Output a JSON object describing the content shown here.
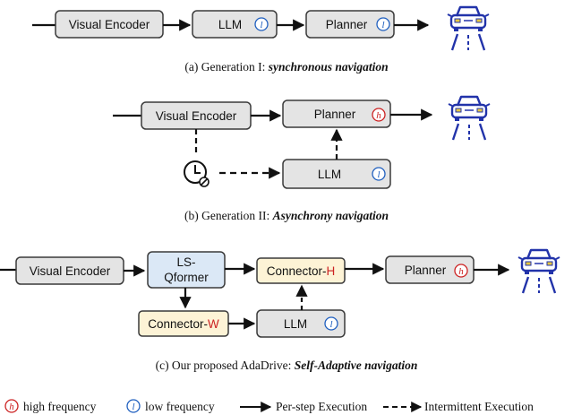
{
  "colors": {
    "box_fill": "#e4e4e4",
    "box_stroke": "#3a3a3a",
    "qformer_fill": "#dbe8f6",
    "connector_fill": "#fdf3d6",
    "high_freq": "#cc2222",
    "low_freq": "#1f5fbf",
    "car": "#2233aa"
  },
  "icons": {
    "car": "car-road-icon",
    "clock": "clock-off-icon",
    "high": "h-circle-icon",
    "low": "l-circle-icon"
  },
  "badges": {
    "high": "h",
    "low": "l"
  },
  "gen1": {
    "visual_encoder": "Visual Encoder",
    "llm": "LLM",
    "planner": "Planner",
    "caption_prefix": "(a) Generation I: ",
    "caption_emphasis": "synchronous navigation"
  },
  "gen2": {
    "visual_encoder": "Visual Encoder",
    "planner": "Planner",
    "llm": "LLM",
    "caption_prefix": "(b) Generation II: ",
    "caption_emphasis": "Asynchrony navigation"
  },
  "gen3": {
    "visual_encoder": "Visual Encoder",
    "qformer_line1": "LS-",
    "qformer_line2": "Qformer",
    "connector_h_base": "Connector-",
    "connector_h_suffix": "H",
    "connector_w_base": "Connector-",
    "connector_w_suffix": "W",
    "llm": "LLM",
    "planner": "Planner",
    "caption_prefix": "(c) Our proposed AdaDrive: ",
    "caption_emphasis": "Self-Adaptive navigation"
  },
  "legend": {
    "high": "high frequency",
    "low": "low frequency",
    "per_step": "Per-step Execution",
    "intermittent": "Intermittent Execution"
  }
}
